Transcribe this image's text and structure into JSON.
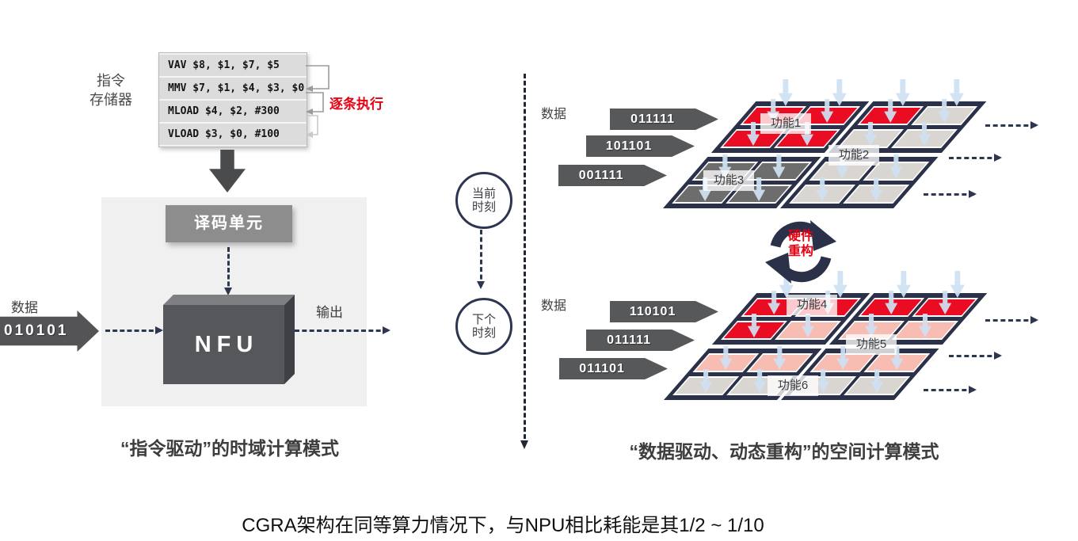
{
  "colors": {
    "red": "#ea0c23",
    "pink": "#f7bcb2",
    "lightgray": "#d9d6d2",
    "darkgray": "#6e6d6d",
    "navy": "#2a3148",
    "accent_red": "#e60012",
    "blue_arrow": "#cfe1f3",
    "banner_gray": "#57585a"
  },
  "left": {
    "memory_label": [
      "指令",
      "存储器"
    ],
    "instructions": [
      "VAV $8, $1, $7, $5",
      "MMV $7, $1, $4, $3, $0",
      "MLOAD $4, $2, #300",
      "VLOAD $3, $0, #100"
    ],
    "step_label": "逐条执行",
    "decode_label": "译码单元",
    "nfu_label": "NFU",
    "output_label": "输出",
    "data_label": "数据",
    "data_value": "010101",
    "caption": "“指令驱动”的时域计算模式"
  },
  "timeline": {
    "now": [
      "当前",
      "时刻"
    ],
    "next": [
      "下个",
      "时刻"
    ]
  },
  "right": {
    "data_label": "数据",
    "reconfig_label": [
      "硬件",
      "重构"
    ],
    "caption": "“数据驱动、动态重构”的空间计算模式",
    "grids": [
      {
        "inputs": [
          "011111",
          "101101",
          "001111"
        ],
        "labels": [
          "功能1",
          "功能2",
          "功能3"
        ],
        "cells": [
          [
            "red",
            "red",
            "red",
            "lightgray"
          ],
          [
            "red",
            "red",
            "lightgray",
            "lightgray"
          ],
          [
            "darkgray",
            "darkgray",
            "lightgray",
            "lightgray"
          ],
          [
            "darkgray",
            "darkgray",
            "lightgray",
            "lightgray"
          ]
        ]
      },
      {
        "inputs": [
          "110101",
          "011111",
          "011101"
        ],
        "labels": [
          "功能4",
          "功能5",
          "功能6"
        ],
        "cells": [
          [
            "red",
            "red",
            "red",
            "red"
          ],
          [
            "red",
            "pink",
            "pink",
            "pink"
          ],
          [
            "pink",
            "pink",
            "pink",
            "pink"
          ],
          [
            "lightgray",
            "lightgray",
            "lightgray",
            "lightgray"
          ]
        ]
      }
    ]
  },
  "footer": {
    "caption": "CGRA架构在同等算力情况下，与NPU相比耗能是其1/2 ~ 1/10"
  }
}
